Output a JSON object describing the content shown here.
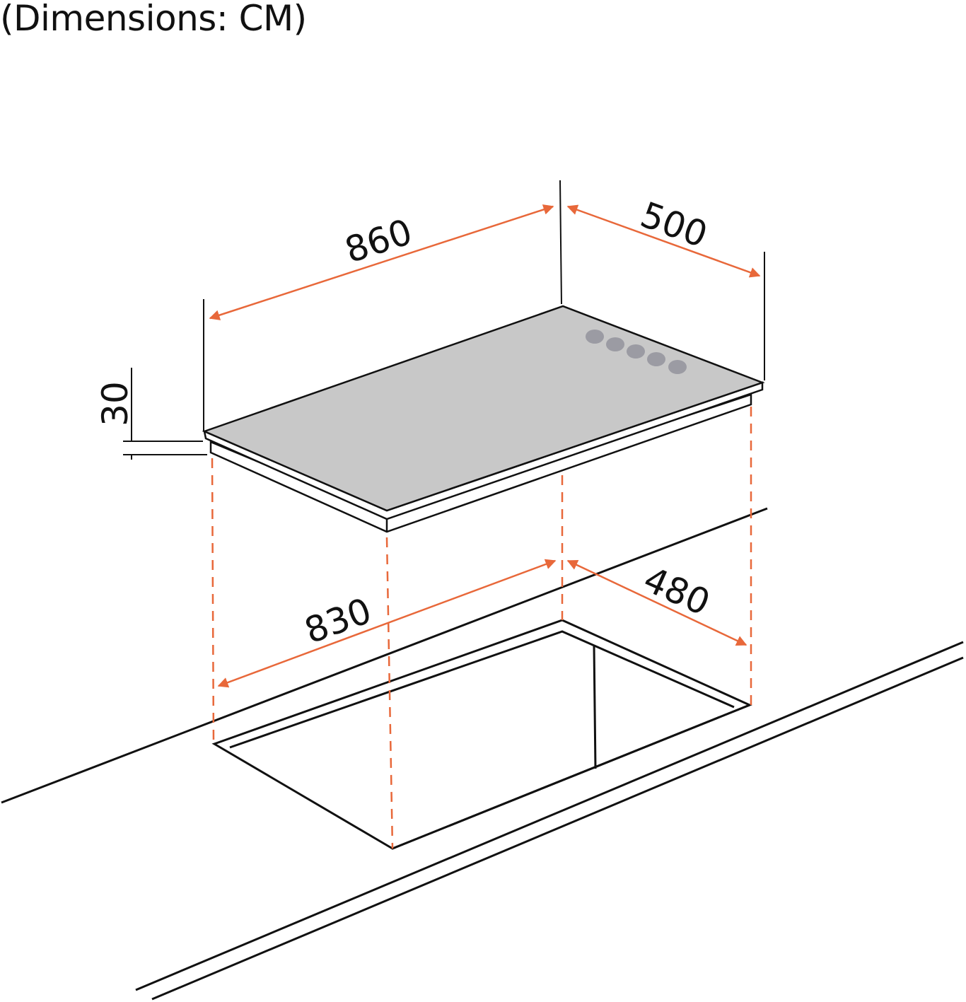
{
  "heading": "(Dimensions: CM)",
  "dimensions": {
    "hob_width": "860",
    "hob_depth": "500",
    "hob_height": "30",
    "cutout_width": "830",
    "cutout_depth": "480"
  },
  "colors": {
    "dimension_arrow": "#e8683a",
    "hob_surface": "#c8c8c8",
    "knob": "#9b9ba3",
    "outline": "#111111"
  },
  "knobs": {
    "count": 5
  }
}
